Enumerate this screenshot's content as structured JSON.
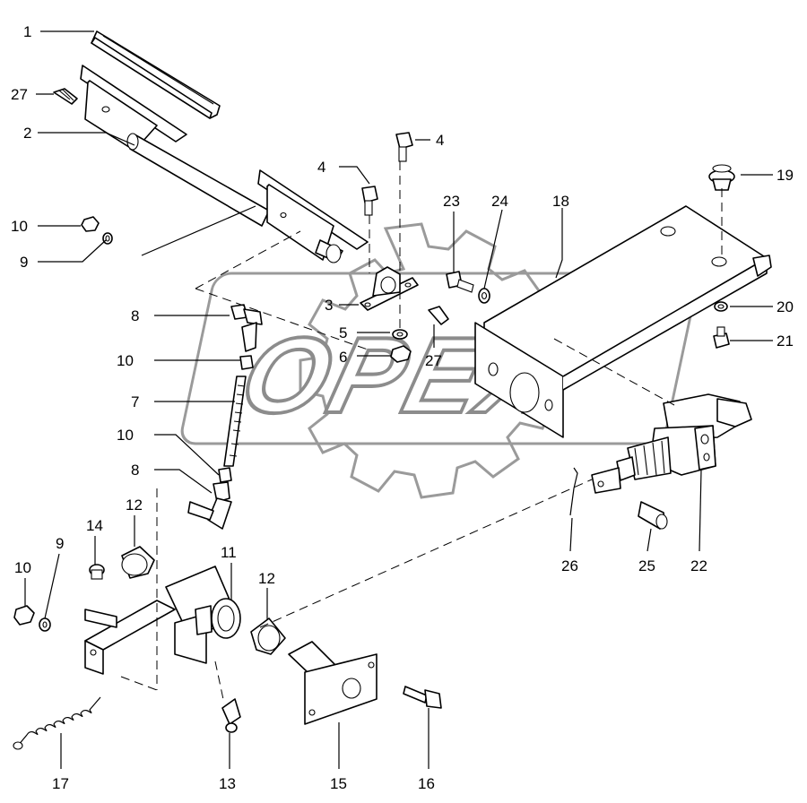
{
  "watermark": {
    "text": "OPEX"
  },
  "callouts": {
    "c1": "1",
    "c27a": "27",
    "c2": "2",
    "c10a": "10",
    "c9a": "9",
    "c4a": "4",
    "c4b": "4",
    "c3": "3",
    "c5": "5",
    "c6": "6",
    "c27b": "27",
    "c23": "23",
    "c24": "24",
    "c18": "18",
    "c19": "19",
    "c20": "20",
    "c21": "21",
    "c8a": "8",
    "c10b": "10",
    "c7": "7",
    "c10c": "10",
    "c8b": "8",
    "c12a": "12",
    "c14": "14",
    "c9b": "9",
    "c10d": "10",
    "c11": "11",
    "c12b": "12",
    "c17": "17",
    "c13": "13",
    "c15": "15",
    "c16": "16",
    "c26": "26",
    "c25": "25",
    "c22": "22"
  }
}
